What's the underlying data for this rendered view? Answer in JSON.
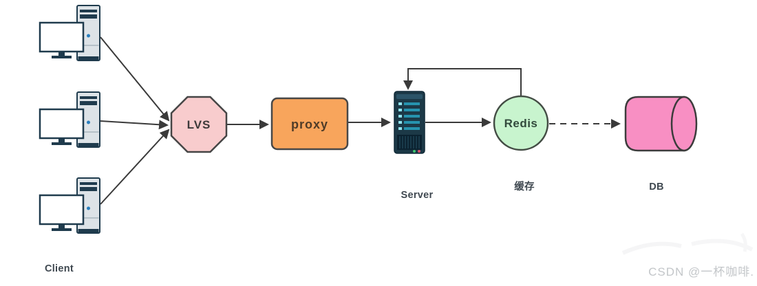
{
  "diagram": {
    "nodes": {
      "clients": {
        "label": "Client",
        "count": 3
      },
      "lvs": {
        "label": "LVS",
        "fill": "#f8cccd"
      },
      "proxy": {
        "label": "proxy",
        "fill": "#f8a55c"
      },
      "server": {
        "label": "Server"
      },
      "redis": {
        "label": "Redis",
        "sublabel": "缓存",
        "fill": "#c8f4ce"
      },
      "db": {
        "label": "DB",
        "fill": "#f88fc3"
      }
    },
    "edges": [
      {
        "from": "client-1",
        "to": "lvs",
        "style": "solid-arrow"
      },
      {
        "from": "client-2",
        "to": "lvs",
        "style": "solid-arrow"
      },
      {
        "from": "client-3",
        "to": "lvs",
        "style": "solid-arrow"
      },
      {
        "from": "lvs",
        "to": "proxy",
        "style": "solid-arrow"
      },
      {
        "from": "proxy",
        "to": "server",
        "style": "solid-arrow"
      },
      {
        "from": "server",
        "to": "redis",
        "style": "solid-arrow"
      },
      {
        "from": "redis",
        "to": "server",
        "style": "solid-arrow-loop"
      },
      {
        "from": "redis",
        "to": "db",
        "style": "dashed-arrow"
      }
    ],
    "colors": {
      "arrow": "#3a3a3a",
      "caption_text": "#3f4850",
      "lvs_text": "#3d3a3a",
      "proxy_text": "#4f3c28",
      "redis_text": "#32493c",
      "server_body": "#1c3947",
      "server_stripe": "#2693ae"
    }
  },
  "watermark": {
    "text": "CSDN @一杯咖啡."
  }
}
